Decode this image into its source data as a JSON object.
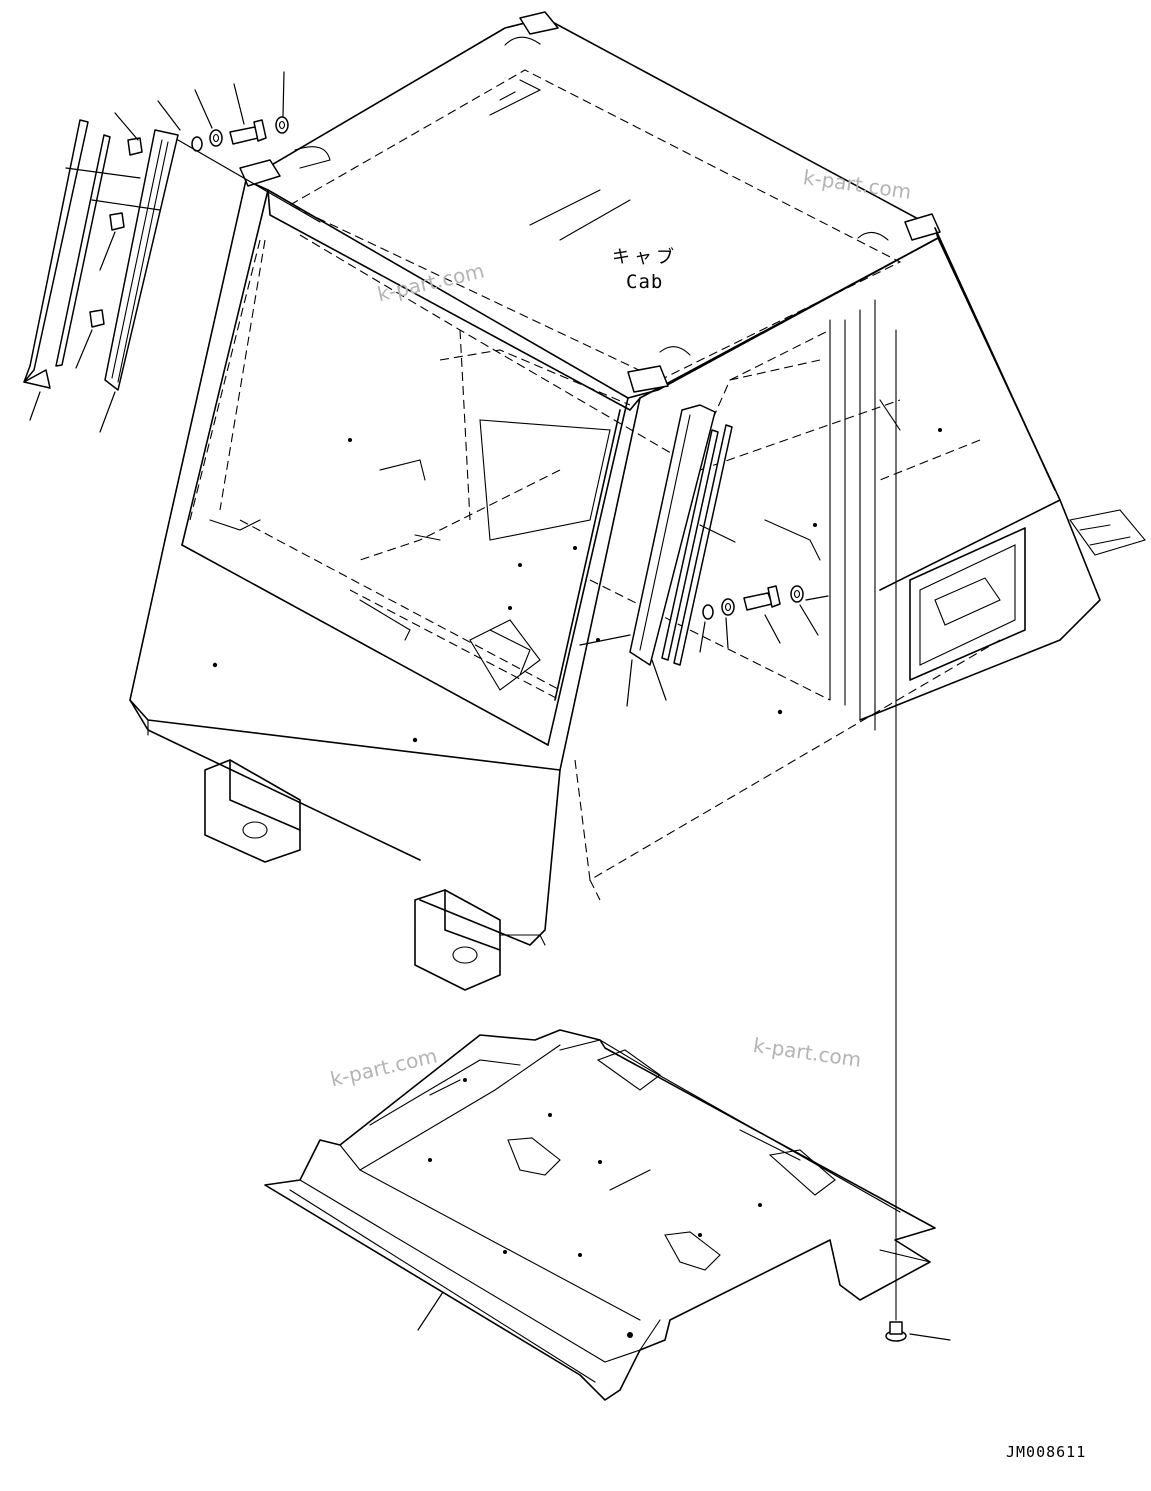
{
  "labels": {
    "cab_jp": "キャブ",
    "cab_en": "Cab"
  },
  "watermarks": [
    "k-part.com",
    "k-part.com",
    "k-part.com",
    "k-part.com"
  ],
  "drawing_code": "JM008611",
  "colors": {
    "line": "#000000",
    "watermark": "#b4b4b4",
    "background": "#ffffff"
  }
}
